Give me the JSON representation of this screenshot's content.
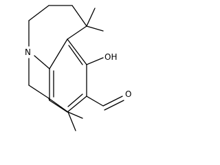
{
  "molecule": {
    "atom_labels": {
      "nitrogen": "N",
      "hydroxyl": "OH",
      "aldehyde_oxygen": "O"
    },
    "colors": {
      "bond": "#000000",
      "background": "#ffffff"
    }
  }
}
